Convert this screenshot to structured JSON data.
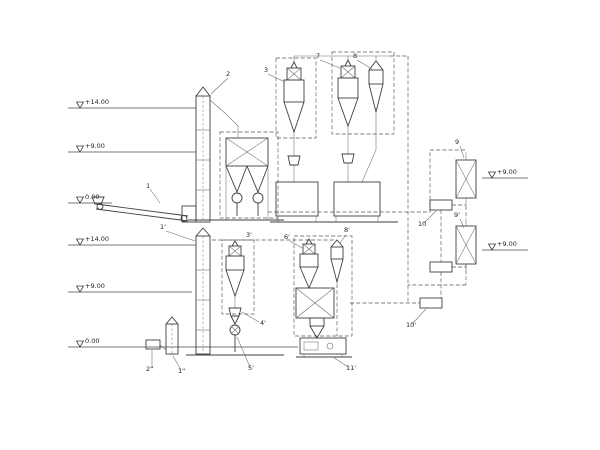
{
  "page": {
    "background": "#ffffff",
    "line_color": "#3f3f3f"
  },
  "drawing": {
    "elevations": {
      "top_14": "+14.00",
      "top_9": "+9.00",
      "top_0": "0.00",
      "bottom_14": "+14.00",
      "bottom_9": "+9.00",
      "bottom_0": "0.00",
      "right_upper": "+9.00",
      "right_lower": "+9.00"
    },
    "callouts": {
      "c1": "1",
      "c2": "2",
      "c3": "3",
      "c7": "7",
      "c8": "8",
      "c9": "9",
      "c9p": "9'",
      "c10": "10",
      "c10p": "10'",
      "c11p": "11'",
      "c1p": "1'",
      "c3p": "3'",
      "c4p": "4'",
      "c5p": "5'",
      "c6p": "6'",
      "c8p": "8'",
      "c1pp": "1''",
      "c2pp": "2''"
    }
  }
}
